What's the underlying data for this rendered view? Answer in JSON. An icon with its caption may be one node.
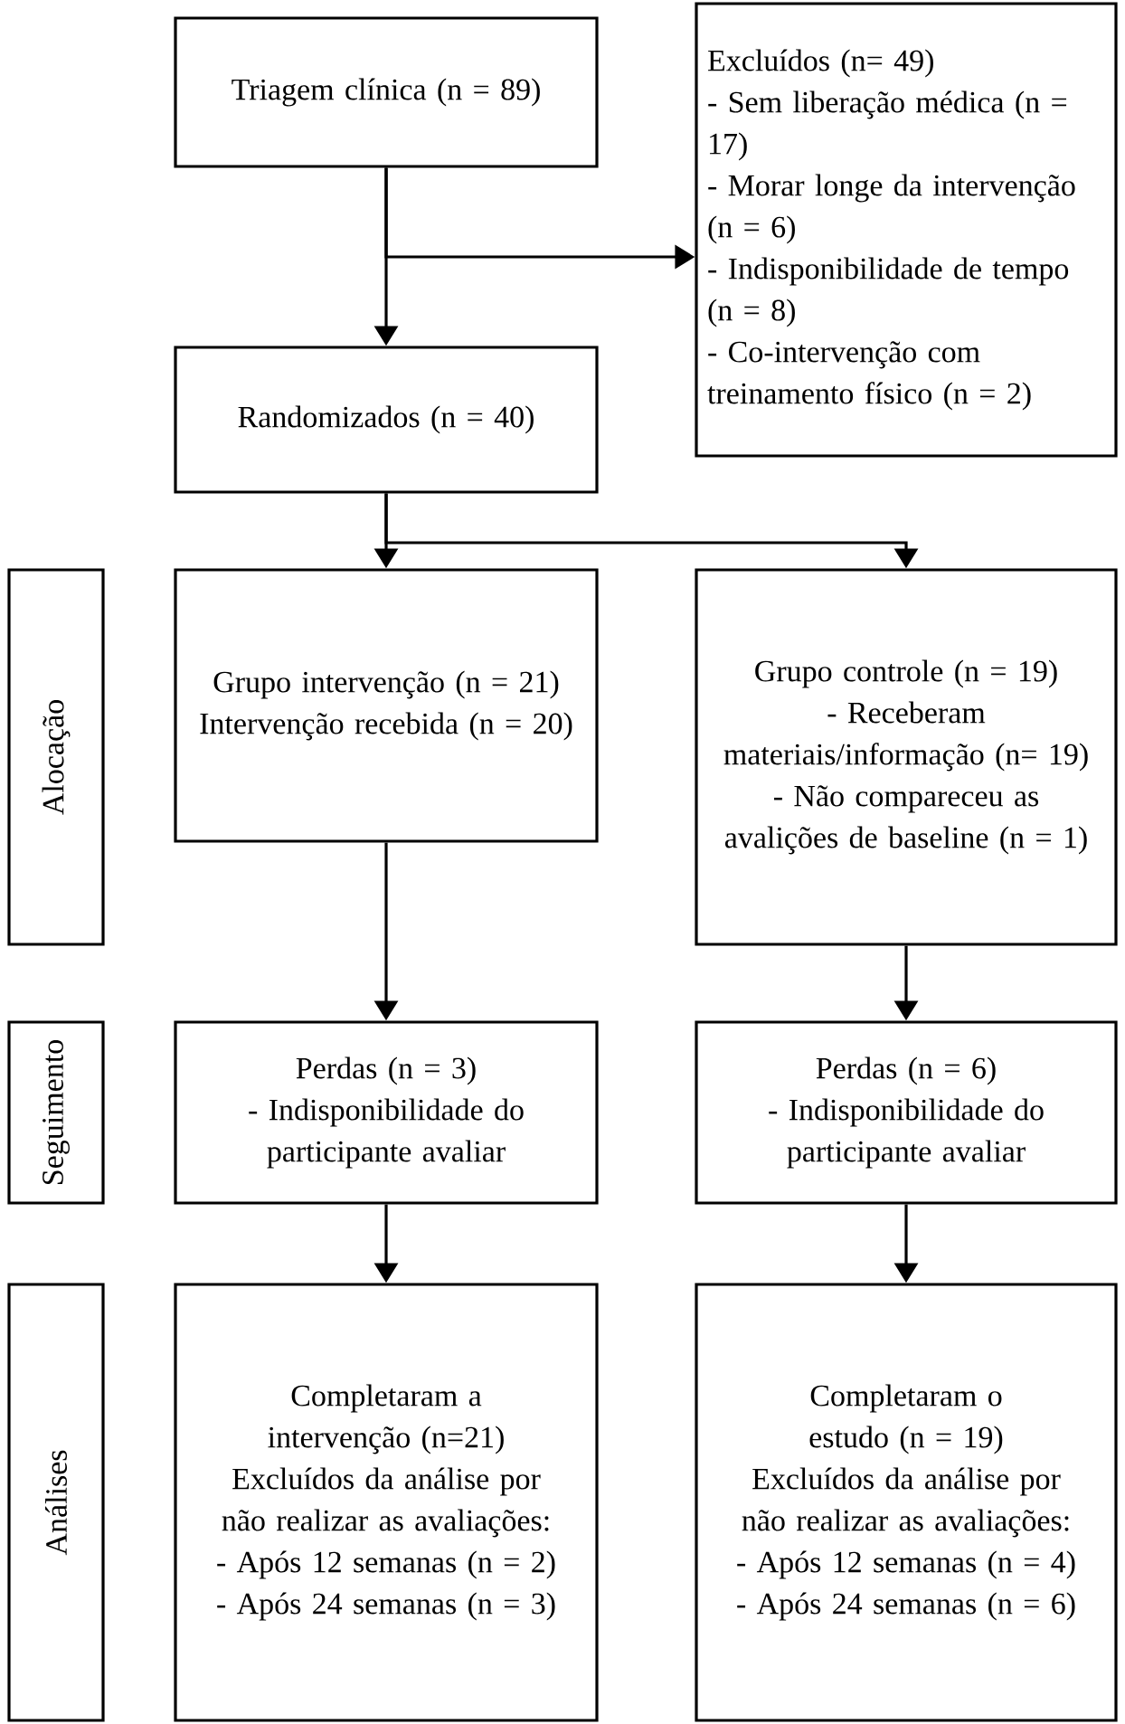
{
  "diagram": {
    "nodes": [
      {
        "text": [
          "Triagem clínica (n = 89)"
        ]
      },
      {
        "text": [
          "Excluídos (n= 49)",
          "- Sem liberação médica (n = 17)",
          "- Morar longe da intervenção (n = 6)",
          "- Indisponibilidade de tempo (n = 8)",
          "- Co-intervenção com treinamento físico (n = 2)"
        ]
      },
      {
        "text": [
          "Randomizados (n = 40)"
        ]
      },
      {
        "text": [
          "Grupo intervenção (n = 21)",
          "Intervenção recebida (n = 20)"
        ]
      },
      {
        "text": [
          "Grupo controle (n = 19)",
          "- Receberam materiais/informação (n= 19)",
          "- Não compareceu as avalições de baseline (n = 1)"
        ]
      },
      {
        "text": [
          "Perdas (n = 3)",
          "- Indisponibilidade do participante avaliar"
        ]
      },
      {
        "text": [
          "Perdas (n = 6)",
          "- Indisponibilidade do participante avaliar"
        ]
      },
      {
        "text": [
          "Completaram a intervenção (n=21)",
          "Excluídos da análise por não realizar as avaliações:",
          "- Após 12 semanas (n = 2)",
          "- Após 24 semanas (n = 3)"
        ]
      },
      {
        "text": [
          "Completaram o estudo (n = 19)",
          "Excluídos da análise por não realizar as avaliações:",
          "- Após 12 semanas (n = 4)",
          "- Após 24 semanas (n = 6)"
        ]
      },
      {
        "text": [
          "Alocação"
        ]
      },
      {
        "text": [
          "Seguimento"
        ]
      },
      {
        "text": [
          "Análises"
        ]
      }
    ],
    "edges": [
      {
        "from": 0,
        "to": 2,
        "arrow": "to"
      },
      {
        "from": 0,
        "to": 1,
        "arrow": "to"
      },
      {
        "from": 2,
        "to": 3,
        "arrow": "to"
      },
      {
        "from": 2,
        "to": 4,
        "arrow": "to"
      },
      {
        "from": 3,
        "to": 5,
        "arrow": "to"
      },
      {
        "from": 4,
        "to": 6,
        "arrow": "to"
      },
      {
        "from": 5,
        "to": 7,
        "arrow": "to"
      },
      {
        "from": 6,
        "to": 8,
        "arrow": "to"
      }
    ]
  }
}
